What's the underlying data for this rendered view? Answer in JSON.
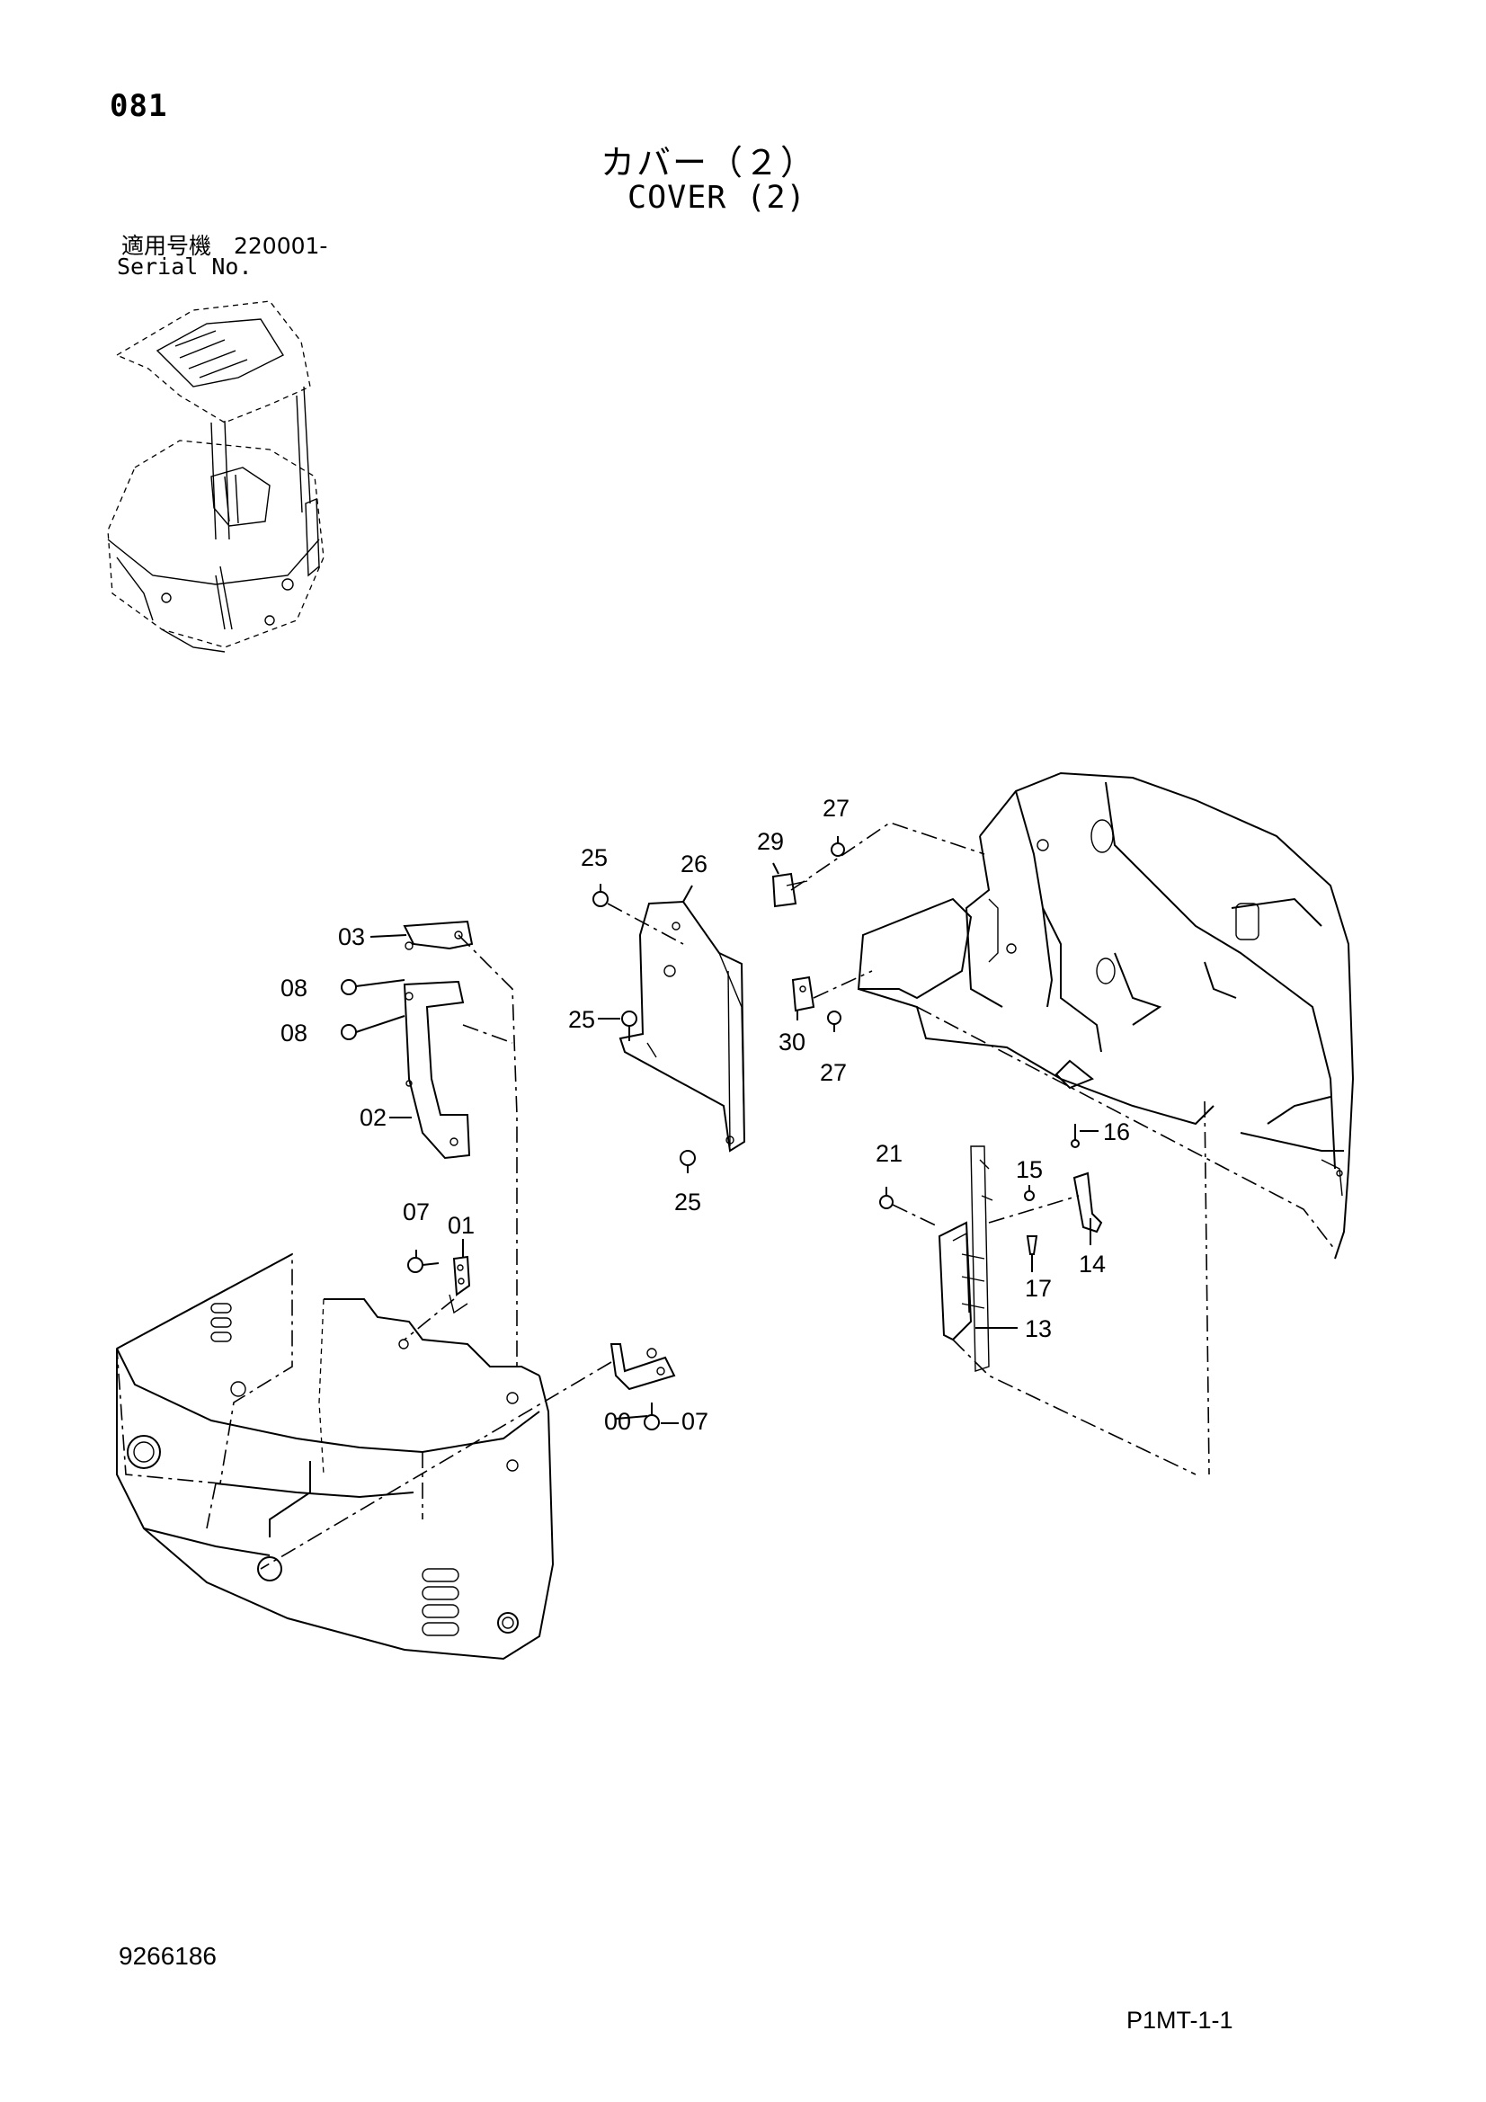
{
  "header": {
    "page_code": "081",
    "title_jp": "カバー（２）",
    "title_en": "COVER (2)",
    "serial_label_jp": "適用号機　220001-",
    "serial_label_en": "Serial No."
  },
  "footer": {
    "document_number": "9266186",
    "page_reference": "P1MT-1-1"
  },
  "callouts": {
    "c00": "00",
    "c01": "01",
    "c02": "02",
    "c03": "03",
    "c07a": "07",
    "c07b": "07",
    "c08a": "08",
    "c08b": "08",
    "c13": "13",
    "c14": "14",
    "c15": "15",
    "c16": "16",
    "c17": "17",
    "c21": "21",
    "c25a": "25",
    "c25b": "25",
    "c25c": "25",
    "c26": "26",
    "c27a": "27",
    "c27b": "27",
    "c29": "29",
    "c30": "30"
  }
}
